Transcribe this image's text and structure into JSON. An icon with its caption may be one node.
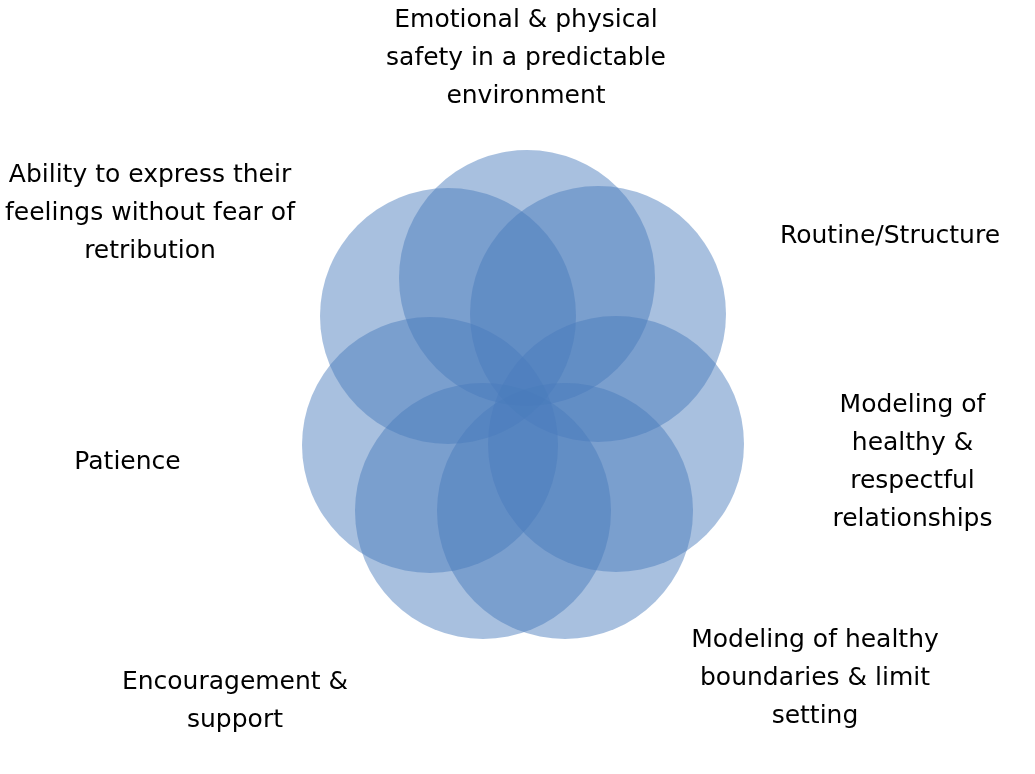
{
  "diagram": {
    "labels": [
      "Emotional & physical safety in a predictable environment",
      "Ability to express their feelings without fear of retribution",
      "Routine/Structure",
      "Modeling of healthy & respectful relationships",
      "Patience",
      "Modeling of healthy boundaries & limit setting",
      "Encouragement & support"
    ]
  }
}
